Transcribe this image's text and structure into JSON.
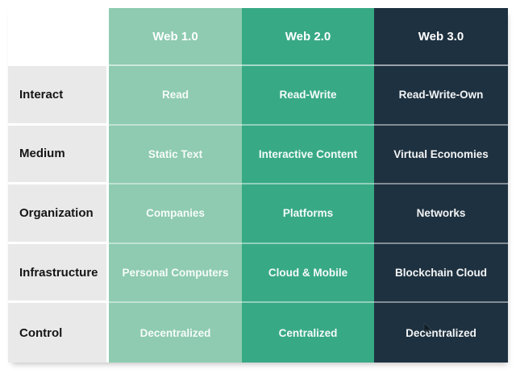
{
  "table": {
    "headers": [
      {
        "label": "Web 1.0"
      },
      {
        "label": "Web 2.0"
      },
      {
        "label": "Web 3.0"
      }
    ],
    "rows": [
      {
        "label": "Interact",
        "values": [
          "Read",
          "Read-Write",
          "Read-Write-Own"
        ]
      },
      {
        "label": "Medium",
        "values": [
          "Static Text",
          "Interactive Content",
          "Virtual Economies"
        ]
      },
      {
        "label": "Organization",
        "values": [
          "Companies",
          "Platforms",
          "Networks"
        ]
      },
      {
        "label": "Infrastructure",
        "values": [
          "Personal Computers",
          "Cloud & Mobile",
          "Blockchain Cloud"
        ]
      },
      {
        "label": "Control",
        "values": [
          "Decentralized",
          "Centralized",
          "Decentralized"
        ]
      }
    ],
    "colors": {
      "web1_bg": "#8ecbb1",
      "web2_bg": "#38a985",
      "web3_bg": "#1e3140",
      "label_bg": "#e9e9e9",
      "header_text": "#ffffff",
      "value_text": "#ffffff",
      "label_text": "#151515",
      "page_bg": "#ffffff"
    }
  },
  "chart_data": {
    "type": "table",
    "title": "",
    "columns": [
      "",
      "Web 1.0",
      "Web 2.0",
      "Web 3.0"
    ],
    "rows": [
      [
        "Interact",
        "Read",
        "Read-Write",
        "Read-Write-Own"
      ],
      [
        "Medium",
        "Static Text",
        "Interactive Content",
        "Virtual Economies"
      ],
      [
        "Organization",
        "Companies",
        "Platforms",
        "Networks"
      ],
      [
        "Infrastructure",
        "Personal Computers",
        "Cloud & Mobile",
        "Blockchain Cloud"
      ],
      [
        "Control",
        "Decentralized",
        "Centralized",
        "Decentralized"
      ]
    ],
    "layout_hints": {
      "header_row_colored": true,
      "column_fill_colors": [
        "#e9e9e9",
        "#8ecbb1",
        "#38a985",
        "#1e3140"
      ],
      "grid": "white separators between rows"
    }
  }
}
